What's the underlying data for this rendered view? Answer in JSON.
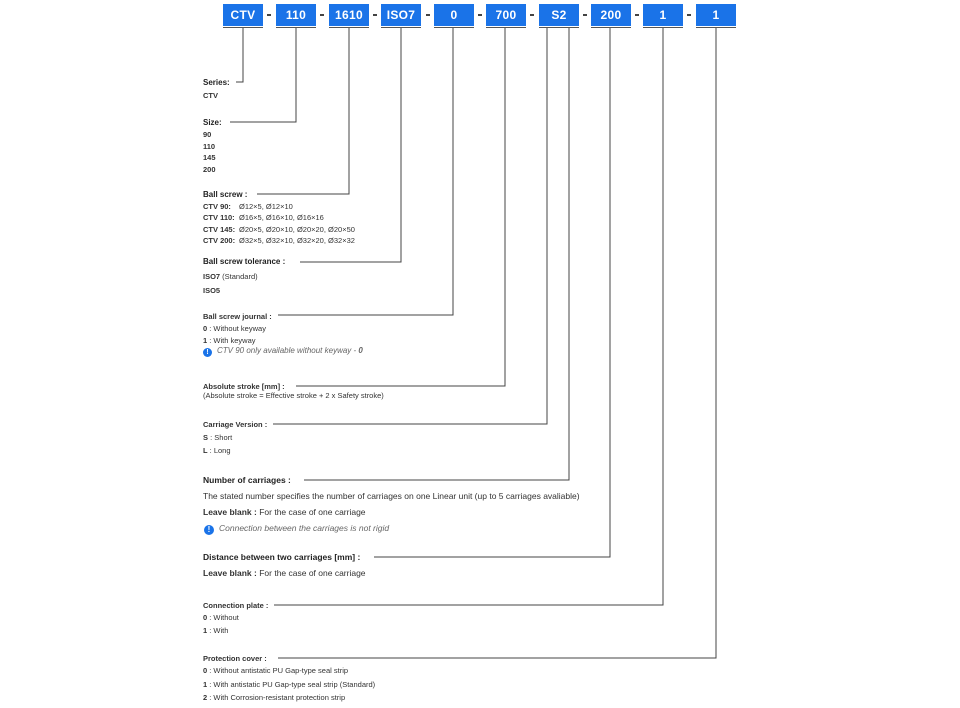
{
  "code_boxes": [
    {
      "id": "series",
      "label": "CTV"
    },
    {
      "id": "size",
      "label": "110"
    },
    {
      "id": "ball_screw",
      "label": "1610"
    },
    {
      "id": "tolerance",
      "label": "ISO7"
    },
    {
      "id": "journal",
      "label": "0"
    },
    {
      "id": "stroke",
      "label": "700"
    },
    {
      "id": "carriage_version",
      "label": "S2"
    },
    {
      "id": "distance",
      "label": "200"
    },
    {
      "id": "connection_plate",
      "label": "1"
    },
    {
      "id": "protection_cover",
      "label": "1"
    }
  ],
  "series": {
    "title": "Series:",
    "values": [
      "CTV"
    ]
  },
  "size": {
    "title": "Size:",
    "values": [
      "90",
      "110",
      "145",
      "200"
    ]
  },
  "ball_screw": {
    "title": "Ball screw :",
    "rows": [
      {
        "model": "CTV 90:",
        "options": "Ø12×5, Ø12×10"
      },
      {
        "model": "CTV 110:",
        "options": "Ø16×5, Ø16×10, Ø16×16"
      },
      {
        "model": "CTV 145:",
        "options": "Ø20×5, Ø20×10, Ø20×20, Ø20×50"
      },
      {
        "model": "CTV 200:",
        "options": "Ø32×5, Ø32×10, Ø32×20, Ø32×32"
      }
    ]
  },
  "tolerance": {
    "title": "Ball screw tolerance :",
    "opt1_code": "ISO7",
    "opt1_desc": " (Standard)",
    "opt2_code": "ISO5"
  },
  "journal": {
    "title": "Ball screw journal :",
    "opt1_code": "0",
    "opt1_desc": " : Without keyway",
    "opt2_code": "1",
    "opt2_desc": " : With keyway",
    "note": "CTV 90 only available without keyway - ",
    "note_code": "0"
  },
  "stroke": {
    "title": "Absolute stroke [mm] :",
    "desc": "(Absolute stroke = Effective stroke + 2 x Safety stroke)"
  },
  "carriage_version": {
    "title": "Carriage Version :",
    "opt1_code": "S",
    "opt1_desc": " : Short",
    "opt2_code": "L",
    "opt2_desc": " : Long"
  },
  "carriages": {
    "title": "Number of carriages :",
    "desc": "The stated number specifies the number of carriages on one Linear unit (up to 5 carriages avaliable)",
    "blank_label": "Leave blank :",
    "blank_desc": " For the case of one carriage",
    "note": "Connection between the carriages is not rigid"
  },
  "distance": {
    "title": "Distance between two carriages [mm] :",
    "blank_label": "Leave blank :",
    "blank_desc": " For the case of one carriage"
  },
  "connection_plate": {
    "title": "Connection plate :",
    "opt1_code": "0",
    "opt1_desc": " : Without",
    "opt2_code": "1",
    "opt2_desc": " : With"
  },
  "protection_cover": {
    "title": "Protection cover :",
    "opt1_code": "0",
    "opt1_desc": " : Without antistatic PU Gap-type seal strip",
    "opt2_code": "1",
    "opt2_desc": " : With antistatic PU Gap-type seal strip (Standard)",
    "opt3_code": "2",
    "opt3_desc": " : With Corrosion-resistant protection strip"
  },
  "colors": {
    "accent": "#1a73e8",
    "line": "#444444"
  },
  "icons": {
    "note": "info-icon"
  }
}
